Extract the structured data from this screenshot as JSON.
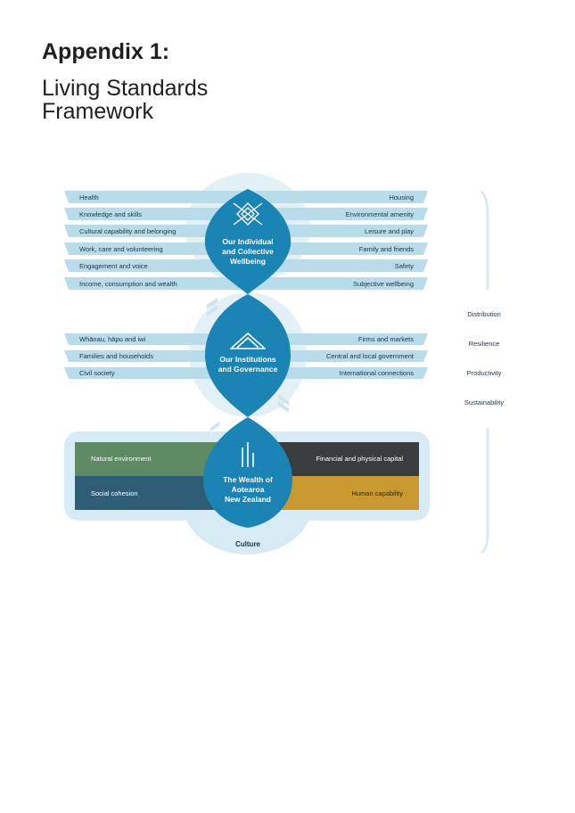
{
  "heading": {
    "title": "Appendix 1:",
    "subtitle": "Living Standards Framework"
  },
  "diagram": {
    "wellbeing": {
      "hub_label": [
        "Our Individual",
        "and Collective",
        "Wellbeing"
      ],
      "left_items": [
        "Health",
        "Knowledge and skills",
        "Cultural capability and belonging",
        "Work, care and volunteering",
        "Engagement and voice",
        "Income, consumption and wealth"
      ],
      "right_items": [
        "Housing",
        "Environmental amenity",
        "Leisure and play",
        "Family and friends",
        "Safety",
        "Subjective wellbeing"
      ]
    },
    "institutions": {
      "hub_label": [
        "Our Institutions",
        "and Governance"
      ],
      "left_items": [
        "Whānau, hāpu and iwi",
        "Families and households",
        "Civil society"
      ],
      "right_items": [
        "Firms and markets",
        "Central and local government",
        "International connections"
      ]
    },
    "wealth": {
      "hub_label": [
        "The Wealth of",
        "Aotearoa",
        "New Zealand"
      ],
      "quadrants": {
        "top_left": "Natural environment",
        "top_right": "Financial and physical capital",
        "bottom_left": "Social cohesion",
        "bottom_right": "Human capability"
      },
      "base_label": "Culture"
    },
    "dimensions": [
      "Distribution",
      "Resilience",
      "Productivity",
      "Sustainability"
    ]
  },
  "colors": {
    "band_fill": "#b9dcea",
    "hub_blue": "#1a84b4",
    "ring_light": "#d6ebf4",
    "natural_environment": "#5d8a62",
    "financial_capital": "#3a3d3d",
    "social_cohesion": "#2e5d75",
    "human_capability": "#c9992f"
  }
}
